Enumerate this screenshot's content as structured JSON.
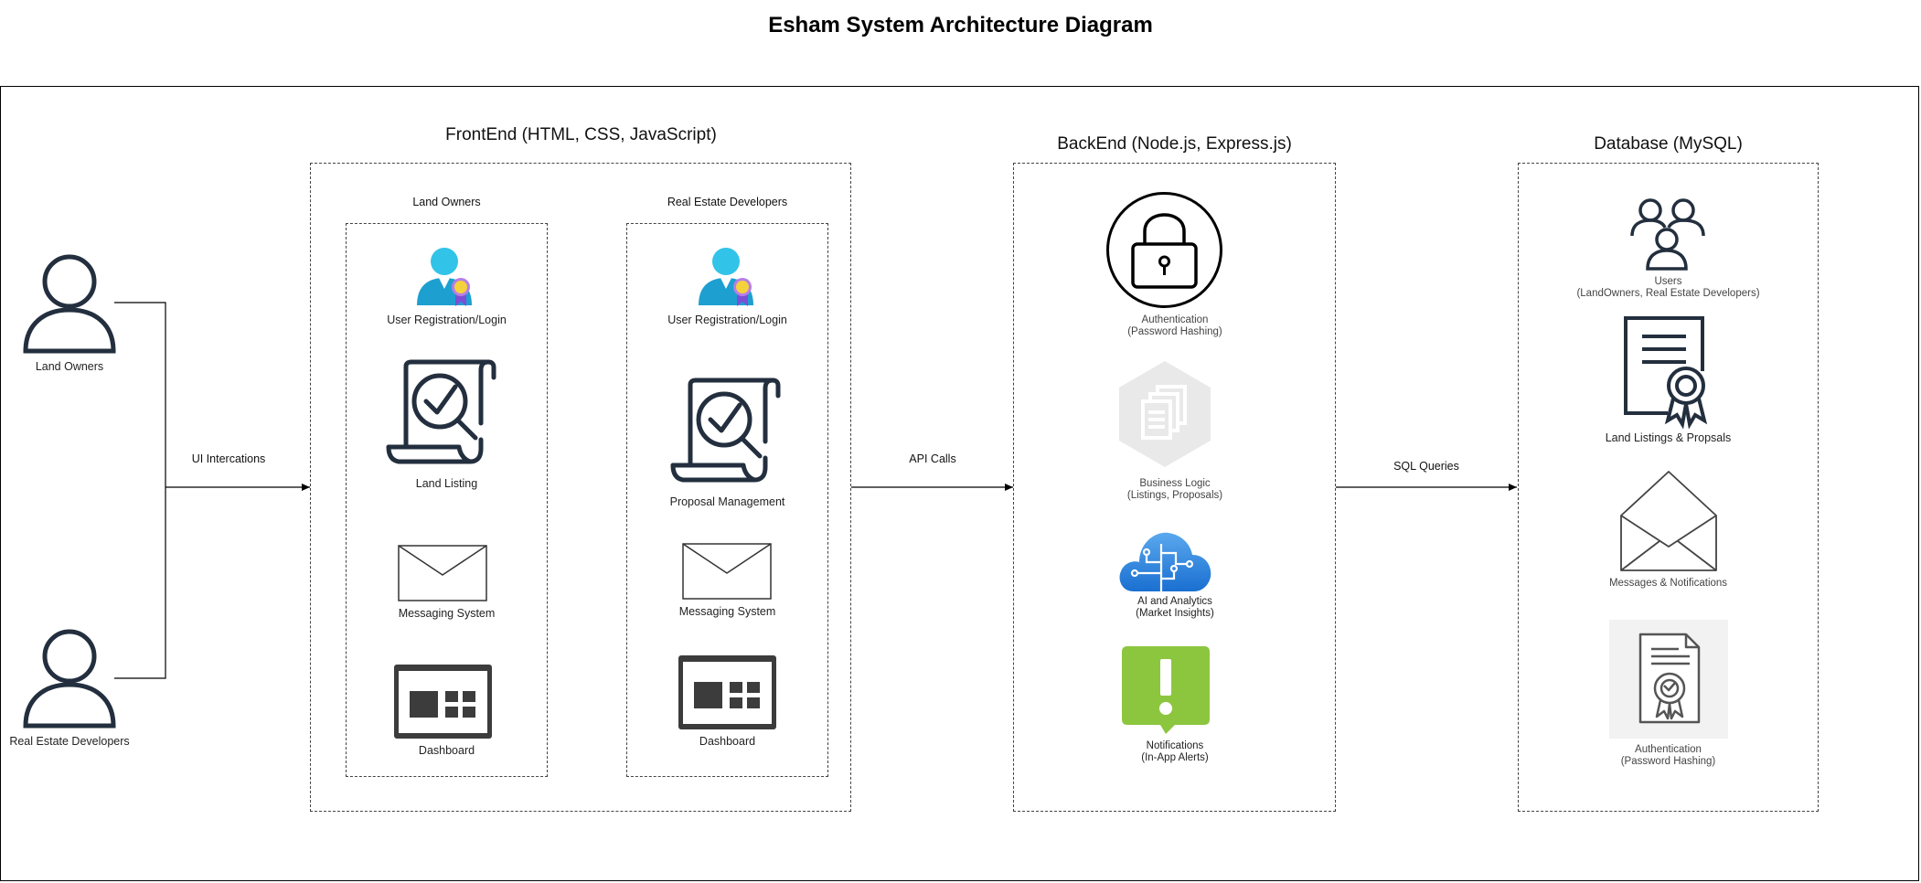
{
  "title": "Esham System Architecture Diagram",
  "actors": [
    {
      "label": "Land Owners",
      "icon": "user-icon"
    },
    {
      "label": "Real Estate Developers",
      "icon": "user-icon"
    }
  ],
  "connectors": {
    "ui": "UI Intercations",
    "api": "API Calls",
    "sql": "SQL Queries"
  },
  "frontend": {
    "title": "FrontEnd (HTML, CSS, JavaScript)",
    "land_owners": {
      "title": "Land Owners",
      "items": [
        {
          "label": "User Registration/Login",
          "icon": "user-badge-icon"
        },
        {
          "label": "Land Listing",
          "icon": "document-search-icon"
        },
        {
          "label": "Messaging System",
          "icon": "envelope-icon"
        },
        {
          "label": "Dashboard",
          "icon": "dashboard-icon"
        }
      ]
    },
    "developers": {
      "title": "Real Estate Developers",
      "items": [
        {
          "label": "User Registration/Login",
          "icon": "user-badge-icon"
        },
        {
          "label": "Proposal Management",
          "icon": "document-search-icon"
        },
        {
          "label": "Messaging System",
          "icon": "envelope-icon"
        },
        {
          "label": "Dashboard",
          "icon": "dashboard-icon"
        }
      ]
    }
  },
  "backend": {
    "title": "BackEnd  (Node.js, Express.js)",
    "items": [
      {
        "line1": "Authentication",
        "line2": "(Password Hashing)",
        "icon": "lock-icon"
      },
      {
        "line1": "Business Logic",
        "line2": "(Listings, Proposals)",
        "icon": "documents-hexagon-icon"
      },
      {
        "line1": "AI and Analytics",
        "line2": "(Market Insights)",
        "icon": "cloud-circuit-icon"
      },
      {
        "line1": "Notifications",
        "line2": "(In-App Alerts)",
        "icon": "alert-icon"
      }
    ]
  },
  "database": {
    "title": "Database (MySQL)",
    "items": [
      {
        "line1": "Users",
        "line2": "(LandOwners, Real Estate Developers)",
        "icon": "users-group-icon"
      },
      {
        "line1": "Land Listings & Propsals",
        "line2": "",
        "icon": "certificate-icon"
      },
      {
        "line1": "Messages & Notifications",
        "line2": "",
        "icon": "open-envelope-icon"
      },
      {
        "line1": "Authentication",
        "line2": "(Password Hashing)",
        "icon": "certificate-badge-icon"
      }
    ]
  }
}
